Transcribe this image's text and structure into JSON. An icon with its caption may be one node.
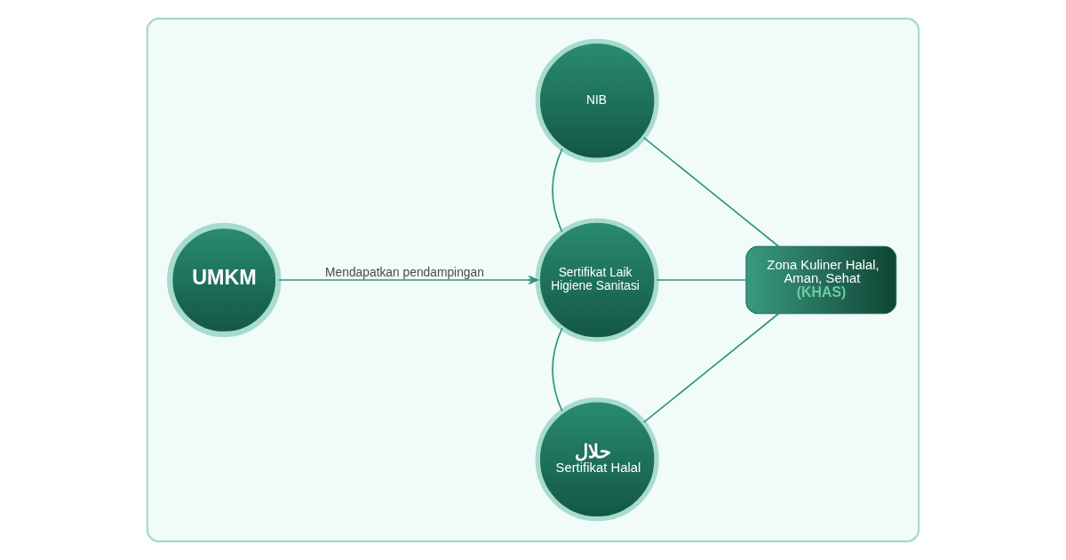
{
  "diagram": {
    "nodes": [
      {
        "text": [],
        "shape": "box"
      },
      {
        "text": [
          "UMKM"
        ],
        "in": 0
      },
      {
        "text": [
          "NIB"
        ],
        "in": 0
      },
      {
        "text": [
          "Sertifikat Laik Higiene Sanitasi"
        ],
        "in": 0
      },
      {
        "text": [
          "حلال",
          "Sertifikat Halal"
        ],
        "in": 0
      },
      {
        "text": [
          "Zona Kuliner Halal, Aman, Sehat",
          "(KHAS)"
        ],
        "in": 0
      }
    ],
    "edges": [
      {
        "from": 1,
        "to": 3,
        "arrow": "to",
        "label": "Mendapatkan pendampingan"
      },
      {
        "from": 2,
        "to": 3,
        "arrow": "none"
      },
      {
        "from": 3,
        "to": 4,
        "arrow": "none"
      },
      {
        "from": 2,
        "to": 5,
        "arrow": "none"
      },
      {
        "from": 3,
        "to": 5,
        "arrow": "none"
      },
      {
        "from": 4,
        "to": 5,
        "arrow": "none"
      }
    ]
  }
}
